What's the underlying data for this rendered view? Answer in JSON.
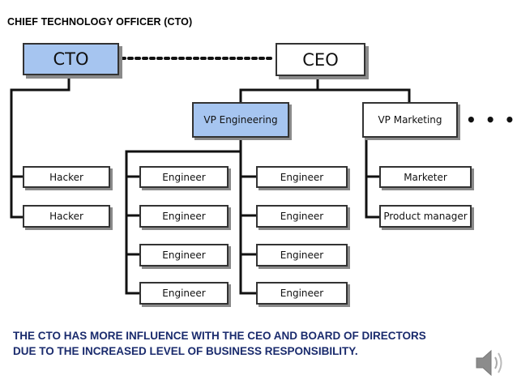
{
  "page": {
    "title": "CHIEF TECHNOLOGY OFFICER (CTO)"
  },
  "org": {
    "cto": "CTO",
    "ceo": "CEO",
    "vp_engineering": "VP Engineering",
    "vp_marketing": "VP Marketing",
    "more_indicator": "• • •",
    "hackers": [
      "Hacker",
      "Hacker"
    ],
    "engineers_left": [
      "Engineer",
      "Engineer",
      "Engineer",
      "Engineer"
    ],
    "engineers_right": [
      "Engineer",
      "Engineer",
      "Engineer",
      "Engineer"
    ],
    "marketing": [
      "Marketer",
      "Product manager"
    ]
  },
  "caption": {
    "line1": "THE CTO HAS MORE INFLUENCE WITH THE CEO AND BOARD OF DIRECTORS",
    "line2": "DUE TO THE INCREASED LEVEL OF BUSINESS RESPONSIBILITY."
  },
  "colors": {
    "highlight": "#a6c5f0",
    "caption_text": "#1a2b6d",
    "speaker": "#888888"
  },
  "icons": {
    "audio": "speaker-icon"
  }
}
